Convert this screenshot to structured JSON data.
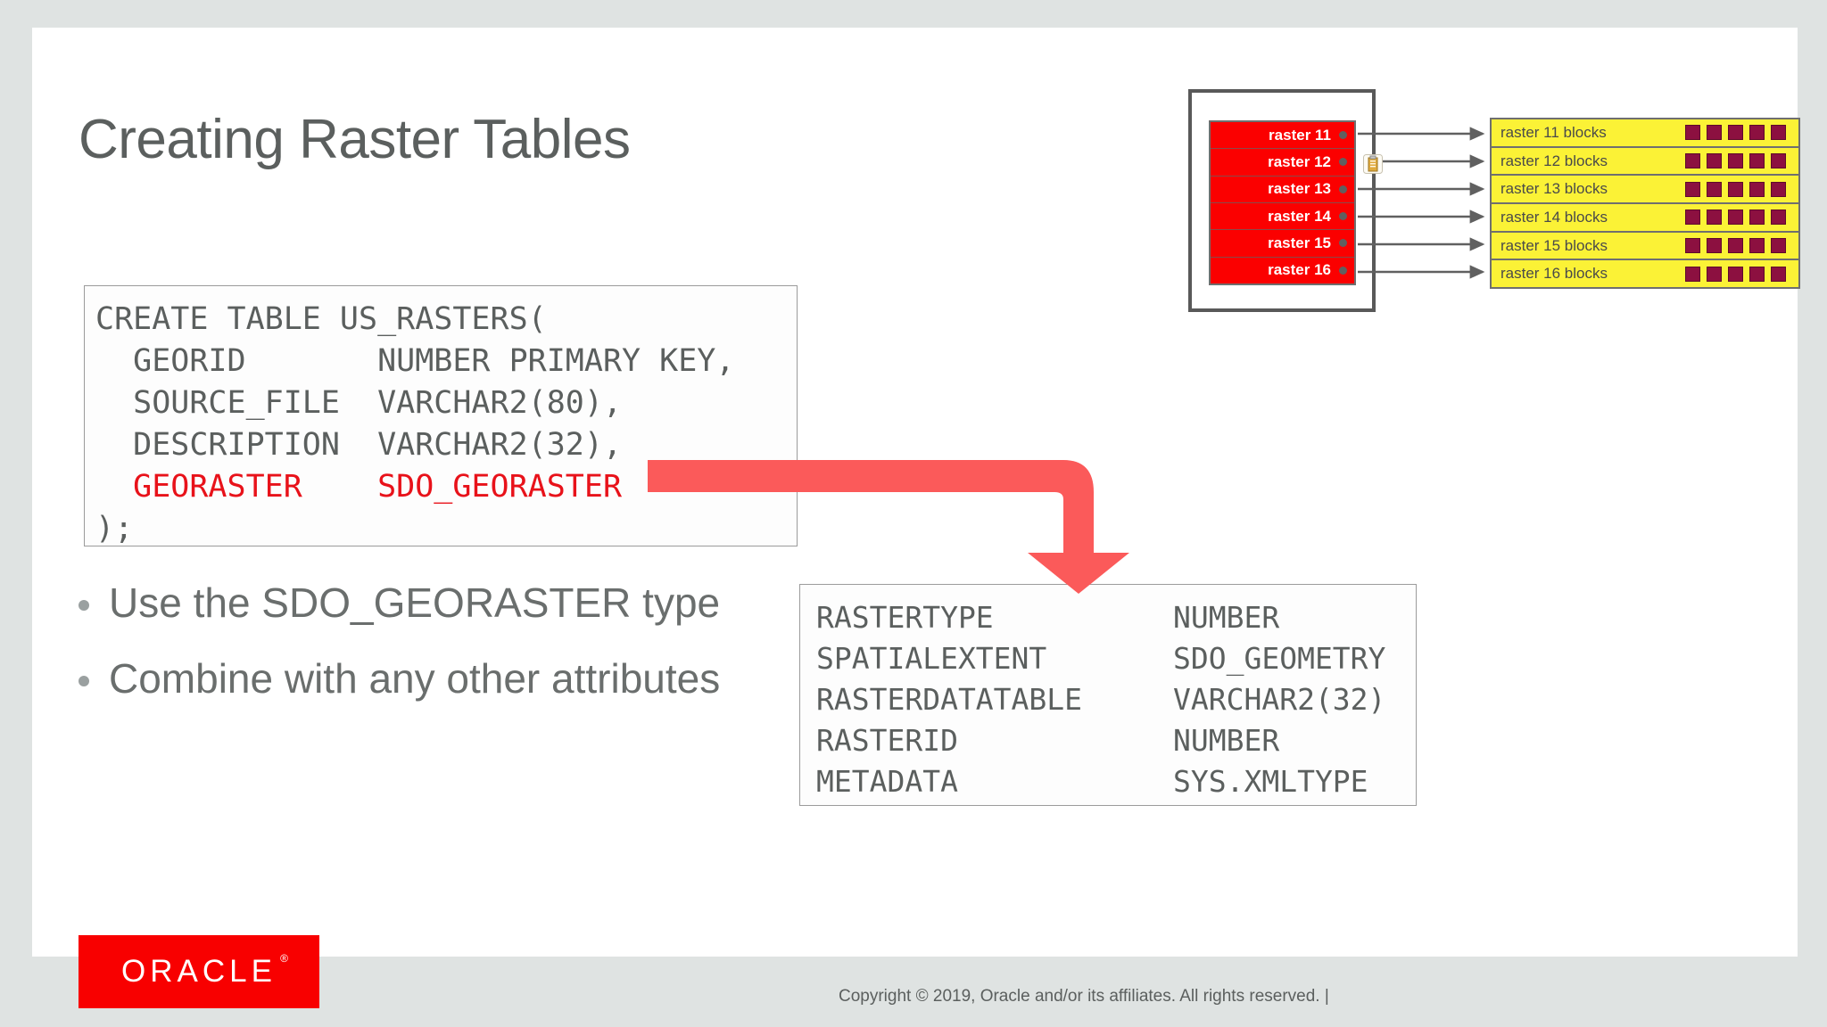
{
  "slide": {
    "title": "Creating Raster Tables",
    "background_color": "#dfe3e2",
    "canvas_color": "#ffffff"
  },
  "code_block": {
    "lines": [
      {
        "text": "CREATE TABLE US_RASTERS(",
        "highlight": false
      },
      {
        "text": "  GEORID       NUMBER PRIMARY KEY,",
        "highlight": false
      },
      {
        "text": "  SOURCE_FILE  VARCHAR2(80),",
        "highlight": false
      },
      {
        "text": "  DESCRIPTION  VARCHAR2(32),",
        "highlight": false
      },
      {
        "text": "  GEORASTER    SDO_GEORASTER",
        "highlight": true
      },
      {
        "text": ");",
        "highlight": false
      }
    ],
    "highlight_color": "#e8121a",
    "text_color": "#5b5f5e"
  },
  "bullets": [
    {
      "text": "Use the SDO_GEORASTER type"
    },
    {
      "text": "Combine with any other attributes"
    }
  ],
  "attribute_table": {
    "rows": [
      {
        "name": "RASTERTYPE",
        "type": "NUMBER"
      },
      {
        "name": "SPATIALEXTENT",
        "type": "SDO_GEOMETRY"
      },
      {
        "name": "RASTERDATATABLE",
        "type": "VARCHAR2(32)"
      },
      {
        "name": "RASTERID",
        "type": "NUMBER"
      },
      {
        "name": "METADATA",
        "type": "SYS.XMLTYPE"
      }
    ]
  },
  "arrow": {
    "color": "#fb5a5a",
    "name": "elbow-arrow-down"
  },
  "raster_diagram": {
    "raster_rows": [
      {
        "label": "raster 11"
      },
      {
        "label": "raster 12"
      },
      {
        "label": "raster 13"
      },
      {
        "label": "raster 14"
      },
      {
        "label": "raster 15"
      },
      {
        "label": "raster 16"
      }
    ],
    "block_rows": [
      {
        "label": "raster 11 blocks",
        "block_count": 5
      },
      {
        "label": "raster 12 blocks",
        "block_count": 5
      },
      {
        "label": "raster 13 blocks",
        "block_count": 5
      },
      {
        "label": "raster 14 blocks",
        "block_count": 5
      },
      {
        "label": "raster 15 blocks",
        "block_count": 5
      },
      {
        "label": "raster 16 blocks",
        "block_count": 5
      }
    ],
    "raster_table_color": "#fb0000",
    "blocks_table_color": "#fbf236",
    "block_square_color": "#8c1040",
    "icon": "clipboard-icon"
  },
  "footer": {
    "logo_text": "ORACLE",
    "logo_registered": "®",
    "logo_color": "#f80000",
    "copyright": "Copyright © 2019, Oracle and/or its affiliates. All rights reserved.  |"
  }
}
